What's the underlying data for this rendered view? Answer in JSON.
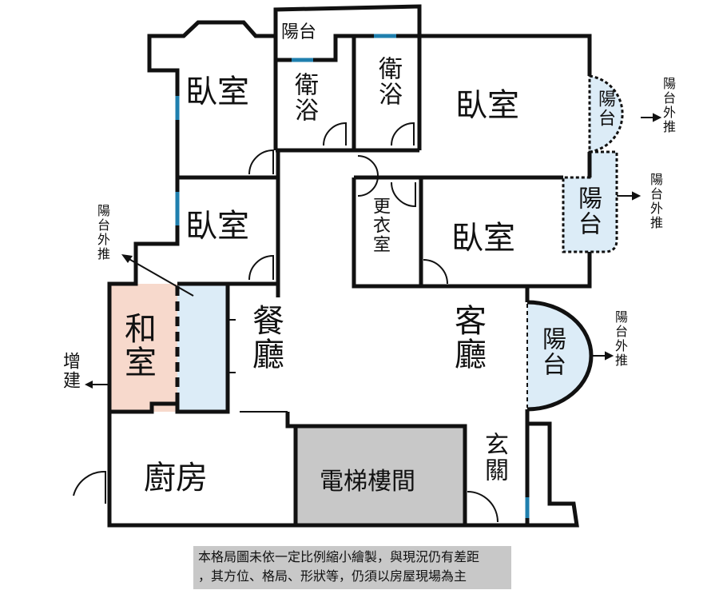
{
  "rooms": {
    "bedroom_top_left": "臥室",
    "bedroom_mid_left": "臥室",
    "bedroom_top_right": "臥室",
    "bedroom_mid_right": "臥室",
    "bath_1": "衛浴",
    "bath_2": "衛浴",
    "balcony_top": "陽台",
    "balcony_right_1": "陽台",
    "balcony_right_2": "陽台",
    "balcony_living": "陽台",
    "closet": "更衣室",
    "japanese_room": "和室",
    "dining": "餐廳",
    "living": "客廳",
    "kitchen": "廚房",
    "elevator": "電梯樓間",
    "entrance": "玄關"
  },
  "annotations": {
    "balcony_pushout_1": "陽台外推",
    "balcony_pushout_2": "陽台外推",
    "balcony_pushout_3": "陽台外推",
    "balcony_pushout_left": "陽台外推",
    "extension": "增建"
  },
  "disclaimer": {
    "line1": "本格局圖未依一定比例縮小繪製，與現況仍有差距",
    "line2": "，其方位、格局、形狀等，仍須以房屋現場為主"
  },
  "colors": {
    "wall": "#111111",
    "balcony": "#dcecf7",
    "japanese_room": "#f7d9cc",
    "elevator": "#c8c8c8",
    "window": "#1f7fae"
  }
}
